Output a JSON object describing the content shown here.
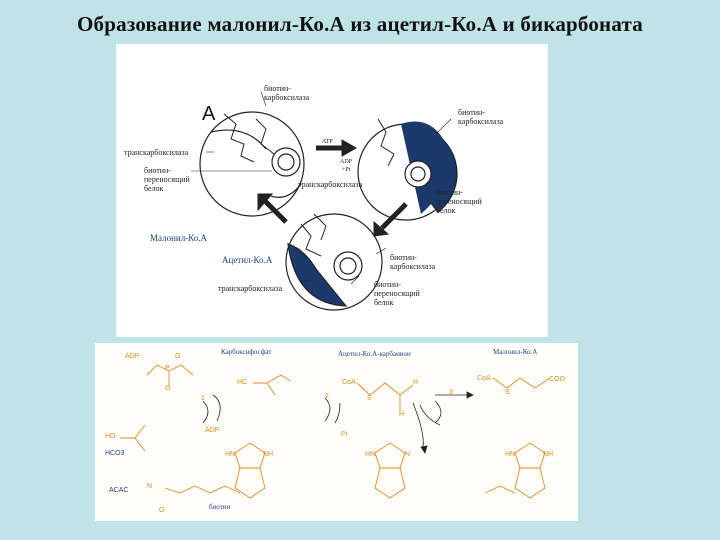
{
  "slide": {
    "title": "Образование малонил-Ко.А из ацетил-Ко.А и бикарбоната"
  },
  "top_diagram": {
    "panel_letter": "A",
    "labels": {
      "biotin_carboxylase_1": "биотин-\nкарбоксилаза",
      "biotin_carboxylase_2": "биотин-\nкарбоксилаза",
      "biotin_carboxylase_3": "биотин-\nкарбоксилаза",
      "transcarboxylase_1": "транскарбоксилаза",
      "transcarboxylase_2": "транскарбоксилаза",
      "transcarboxylase_3": "транскарбоксилаза",
      "bccp_1": "биотин-\nпереносящий\nбелок",
      "bccp_2": "биотин-\nпереносящий\nбелок",
      "bccp_3": "биотин-\nпереносящий\nбелок",
      "malonyl_coa": "Малонил-Ко.А",
      "acetyl_coa": "Ацетил-Ко.А",
      "atp": "ATP",
      "adp": "ADP",
      "pi": "+Pi"
    }
  },
  "bottom_diagram": {
    "headers": {
      "carboxyphosphate": "Карбоксифосфат",
      "acetyl_coa_carbanion": "Ацетил-Ко.А-карбанион",
      "malonyl_coa": "Малонил-Ко.А",
      "biotin": "биотин"
    },
    "chem_labels": {
      "adp_top": "ADP",
      "o_1": "O",
      "p_1": "P",
      "o_2": "O",
      "ho": "HO",
      "hco3": "HCO3",
      "adp_low": "ADP",
      "hc": "HC",
      "coa_1": "CoA",
      "coa_2": "CoA",
      "coo": "COO⁻",
      "s_1": "S",
      "s_2": "S",
      "h_1": "H",
      "h_2": "H",
      "hn_1": "HN",
      "nh_1": "NH",
      "hn_2": "HN",
      "nh_2": "N",
      "hn_3": "HN",
      "nh_3": "NH",
      "acac": "ACAC",
      "n": "N",
      "o_amide": "O",
      "pi": "Pi",
      "step_1": "1",
      "step_2": "2",
      "step_3": "3"
    }
  }
}
